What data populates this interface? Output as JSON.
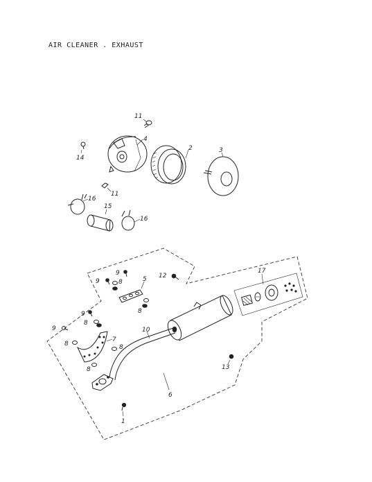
{
  "title": "AIR CLEANER . EXHAUST",
  "callouts": {
    "c1": "1",
    "c2": "2",
    "c3": "3",
    "c4": "4",
    "c5": "5",
    "c6": "6",
    "c7": "7",
    "c8a": "8",
    "c8b": "8",
    "c8c": "8",
    "c8d": "8",
    "c8e": "8",
    "c9a": "9",
    "c9b": "9",
    "c9c": "9",
    "c9d": "9",
    "c10": "10",
    "c11a": "11",
    "c11b": "11",
    "c12": "12",
    "c13": "13",
    "c14": "14",
    "c15": "15",
    "c16a": "16",
    "c16b": "16",
    "c17": "17"
  }
}
